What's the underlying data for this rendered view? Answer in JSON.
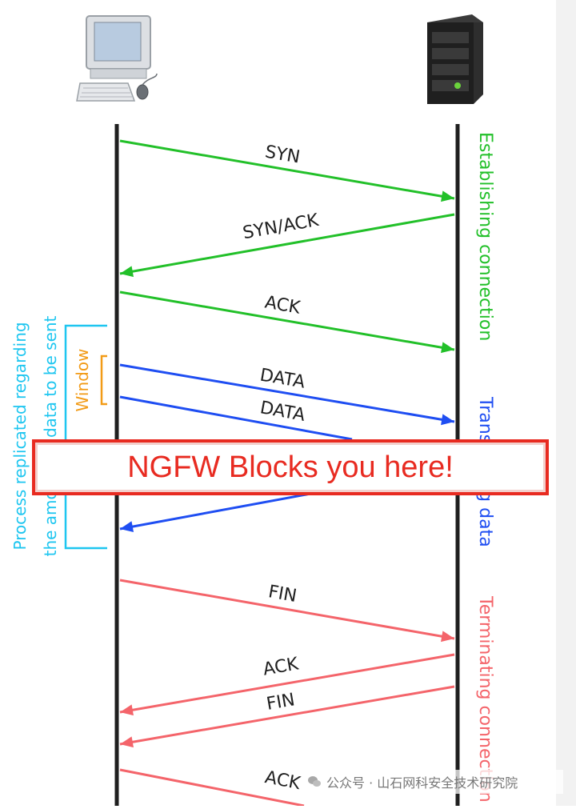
{
  "colors": {
    "green": "#22c029",
    "blue": "#1f4ef2",
    "red": "#f4646a",
    "cyan": "#1ec6f0",
    "orange": "#f29b17",
    "timeline": "#1f1f1f",
    "banner": "#e82b21"
  },
  "icons": {
    "client": "desktop-computer-icon",
    "server": "server-tower-icon",
    "watermark": "wechat-icon"
  },
  "messages": [
    {
      "label": "SYN",
      "color": "green",
      "direction": "to-server"
    },
    {
      "label": "SYN/ACK",
      "color": "green",
      "direction": "to-client"
    },
    {
      "label": "ACK",
      "color": "green",
      "direction": "to-server"
    },
    {
      "label": "DATA",
      "color": "blue",
      "direction": "to-server"
    },
    {
      "label": "DATA",
      "color": "blue",
      "direction": "to-server"
    },
    {
      "label": "",
      "color": "blue",
      "direction": "to-client"
    },
    {
      "label": "FIN",
      "color": "red",
      "direction": "to-server"
    },
    {
      "label": "ACK",
      "color": "red",
      "direction": "to-client"
    },
    {
      "label": "FIN",
      "color": "red",
      "direction": "to-client"
    },
    {
      "label": "ACK",
      "color": "red",
      "direction": "to-server"
    }
  ],
  "phases": {
    "establishing": "Establishing connection",
    "transferring": "Transferring data",
    "terminating": "Terminating connection"
  },
  "annotations": {
    "window": "Window",
    "process_line1": "Process replicated regarding",
    "process_line2": "the amount of data to be sent"
  },
  "banner": {
    "text": "NGFW Blocks you here!"
  },
  "watermark": {
    "text": "公众号 · 山石网科安全技术研究院"
  }
}
